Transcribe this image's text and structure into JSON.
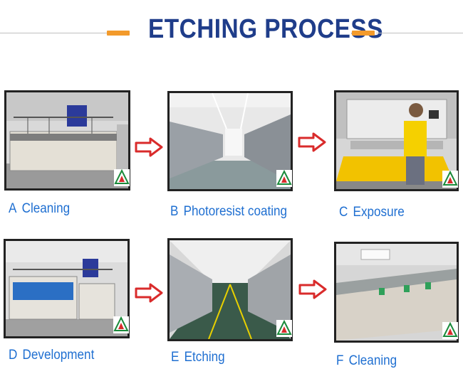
{
  "title": "ETCHING PROCESS",
  "colors": {
    "title": "#1f3d8a",
    "caption": "#1f6fd1",
    "accent": "#f39a2b",
    "arrow": "#d92b2b"
  },
  "steps": [
    {
      "letter": "A",
      "label": "Cleaning"
    },
    {
      "letter": "B",
      "label": "Photoresist coating"
    },
    {
      "letter": "C",
      "label": "Exposure"
    },
    {
      "letter": "D",
      "label": "Development"
    },
    {
      "letter": "E",
      "label": "Etching"
    },
    {
      "letter": "F",
      "label": "Cleaning"
    }
  ]
}
